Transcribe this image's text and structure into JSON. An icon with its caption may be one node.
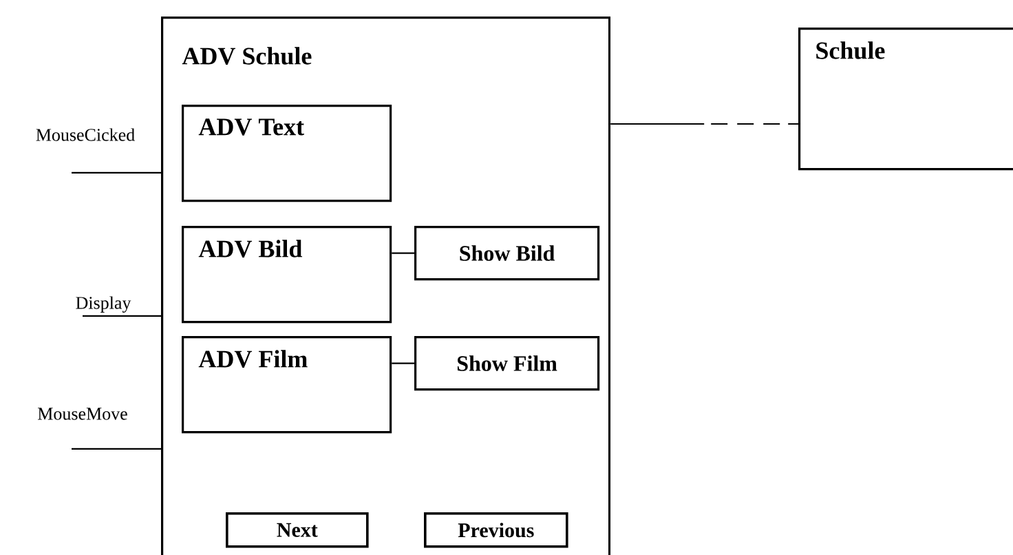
{
  "diagram": {
    "nodes": [
      {
        "text": [
          "ADV Schule"
        ]
      },
      {
        "text": [
          "ADV Text"
        ],
        "in": 0
      },
      {
        "text": [
          "ADV Bild"
        ],
        "in": 0
      },
      {
        "text": [
          "Show Bild"
        ],
        "in": 0
      },
      {
        "text": [
          "ADV Film"
        ],
        "in": 0
      },
      {
        "text": [
          "Show Film"
        ],
        "in": 0
      },
      {
        "text": [
          "Next"
        ],
        "in": 0
      },
      {
        "text": [
          "Previous"
        ],
        "in": 0
      },
      {
        "text": [
          "Schule"
        ]
      },
      {
        "text": [
          "MouseCicked"
        ]
      },
      {
        "text": [
          "Display"
        ]
      },
      {
        "text": [
          "MouseMove"
        ]
      }
    ],
    "edges": [
      {
        "from": 0,
        "to": 8,
        "arrow": "none",
        "style": "dashed"
      },
      {
        "from": 2,
        "to": 3,
        "arrow": "none"
      },
      {
        "from": 4,
        "to": 5,
        "arrow": "none"
      },
      {
        "from": 9,
        "to": 0,
        "arrow": "none"
      },
      {
        "from": 10,
        "to": 0,
        "arrow": "none"
      },
      {
        "from": 11,
        "to": 0,
        "arrow": "none"
      }
    ]
  }
}
